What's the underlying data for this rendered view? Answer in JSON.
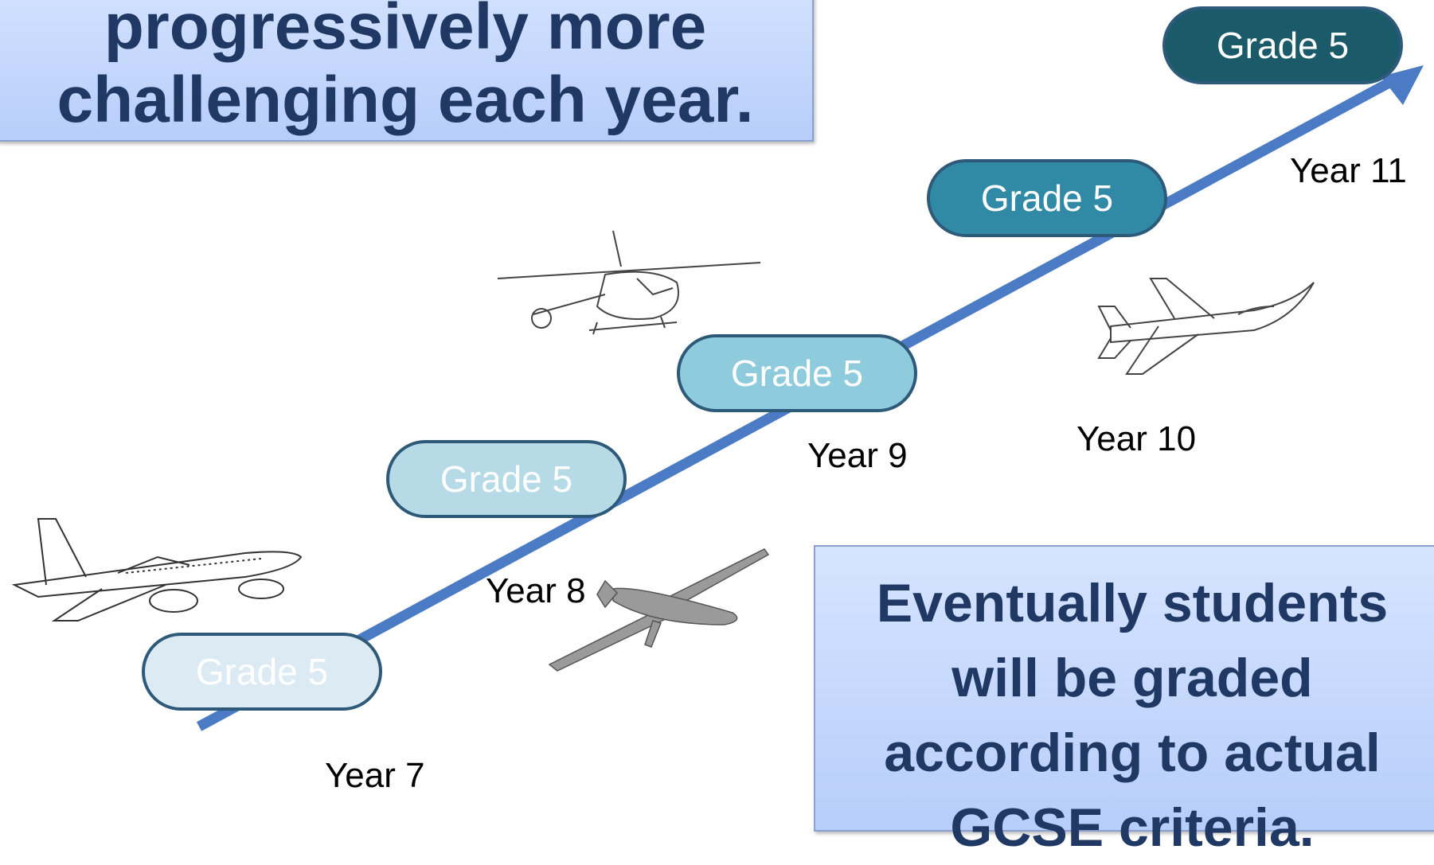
{
  "callouts": {
    "top": {
      "lines": [
        "progressively more",
        "challenging each year."
      ]
    },
    "bottom": {
      "lines": [
        "Eventually students",
        "will be graded",
        "according to actual",
        "GCSE criteria."
      ]
    }
  },
  "stages": [
    {
      "grade": "Grade 5",
      "year": "Year 7",
      "fill": "#dcebf3"
    },
    {
      "grade": "Grade 5",
      "year": "Year 8",
      "fill": "#b6dae6"
    },
    {
      "grade": "Grade 5",
      "year": "Year 9",
      "fill": "#8ecbdc"
    },
    {
      "grade": "Grade 5",
      "year": "Year 10",
      "fill": "#318aa5"
    },
    {
      "grade": "Grade 5",
      "year": "Year 11",
      "fill": "#1b5a68"
    }
  ],
  "colors": {
    "arrow": "#4a7bc4",
    "pill_border": "#2e5a7a"
  },
  "illustrations": [
    "airliner-icon",
    "drone-icon",
    "helicopter-icon",
    "fighter-jet-icon"
  ]
}
